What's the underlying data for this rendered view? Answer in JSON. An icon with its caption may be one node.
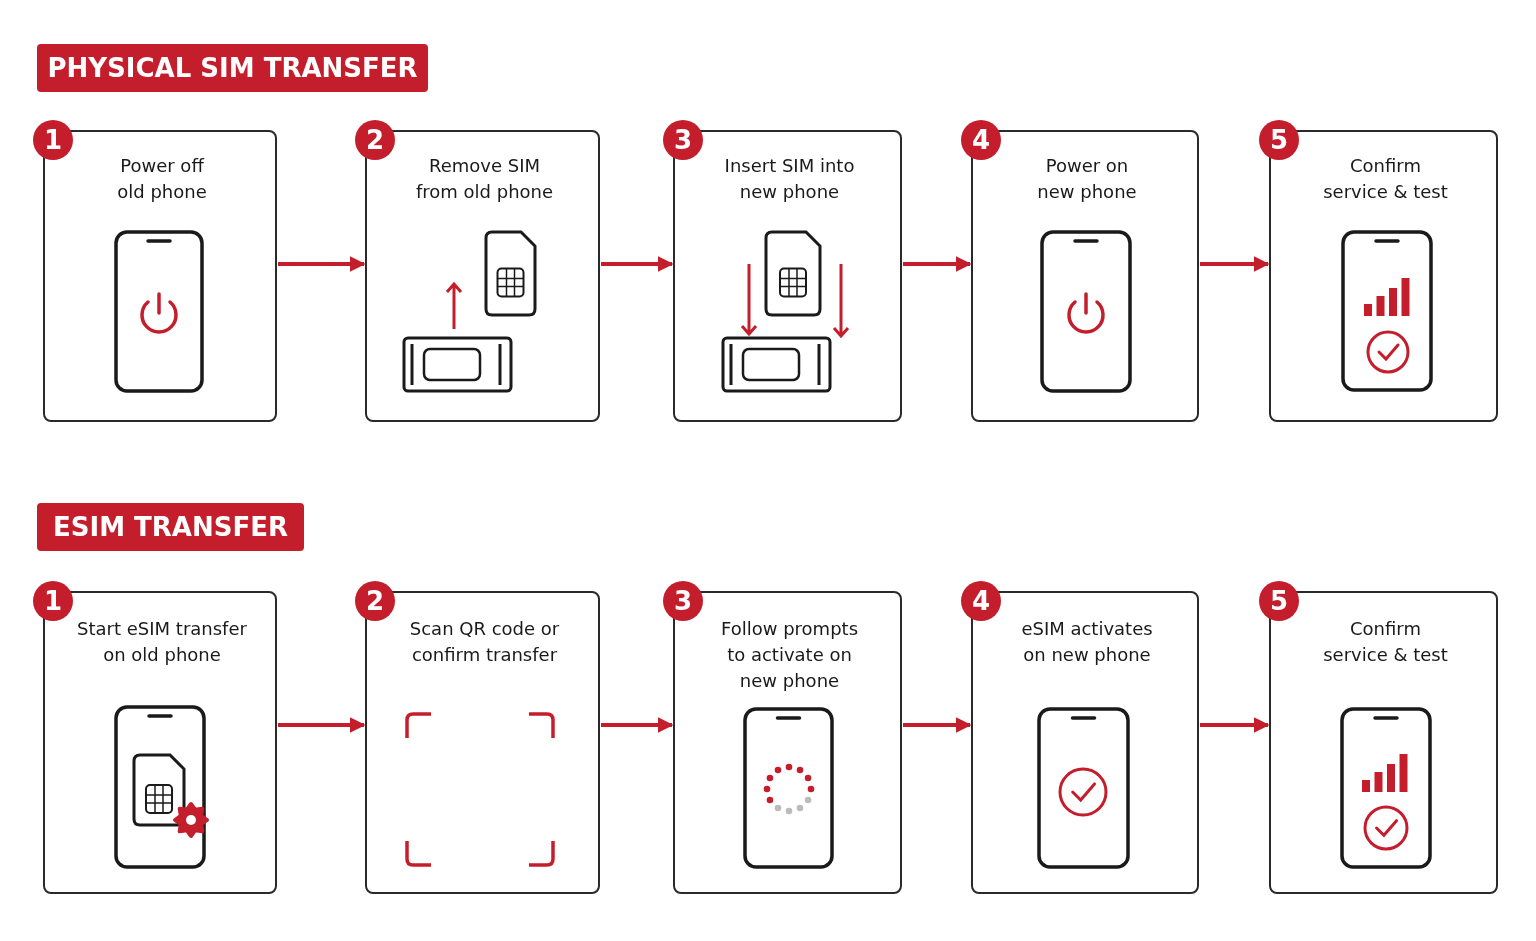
{
  "diagram": {
    "nodes": [
      {
        "text": [
          "PHYSICAL SIM TRANSFER"
        ]
      },
      {
        "text": [
          "1",
          "Power off old phone"
        ]
      },
      {
        "text": [
          "2",
          "Remove SIM from old phone"
        ]
      },
      {
        "text": [
          "3",
          "Insert SIM into new phone"
        ]
      },
      {
        "text": [
          "4",
          "Power on new phone"
        ]
      },
      {
        "text": [
          "5",
          "Confirm service & test"
        ]
      },
      {
        "text": [
          "ESIM TRANSFER"
        ]
      },
      {
        "text": [
          "1",
          "Start eSIM transfer on old phone"
        ]
      },
      {
        "text": [
          "2",
          "Scan QR code or confirm transfer"
        ]
      },
      {
        "text": [
          "3",
          "Follow prompts to activate on new phone"
        ]
      },
      {
        "text": [
          "4",
          "eSIM activates on new phone"
        ]
      },
      {
        "text": [
          "5",
          "Confirm service & test"
        ]
      }
    ],
    "edges": [
      {
        "from": 1,
        "to": 2,
        "arrow": "to"
      },
      {
        "from": 2,
        "to": 3,
        "arrow": "to"
      },
      {
        "from": 3,
        "to": 4,
        "arrow": "to"
      },
      {
        "from": 4,
        "to": 5,
        "arrow": "to"
      },
      {
        "from": 7,
        "to": 8,
        "arrow": "to"
      },
      {
        "from": 8,
        "to": 9,
        "arrow": "to"
      },
      {
        "from": 9,
        "to": 10,
        "arrow": "to"
      },
      {
        "from": 10,
        "to": 11,
        "arrow": "to"
      }
    ]
  }
}
